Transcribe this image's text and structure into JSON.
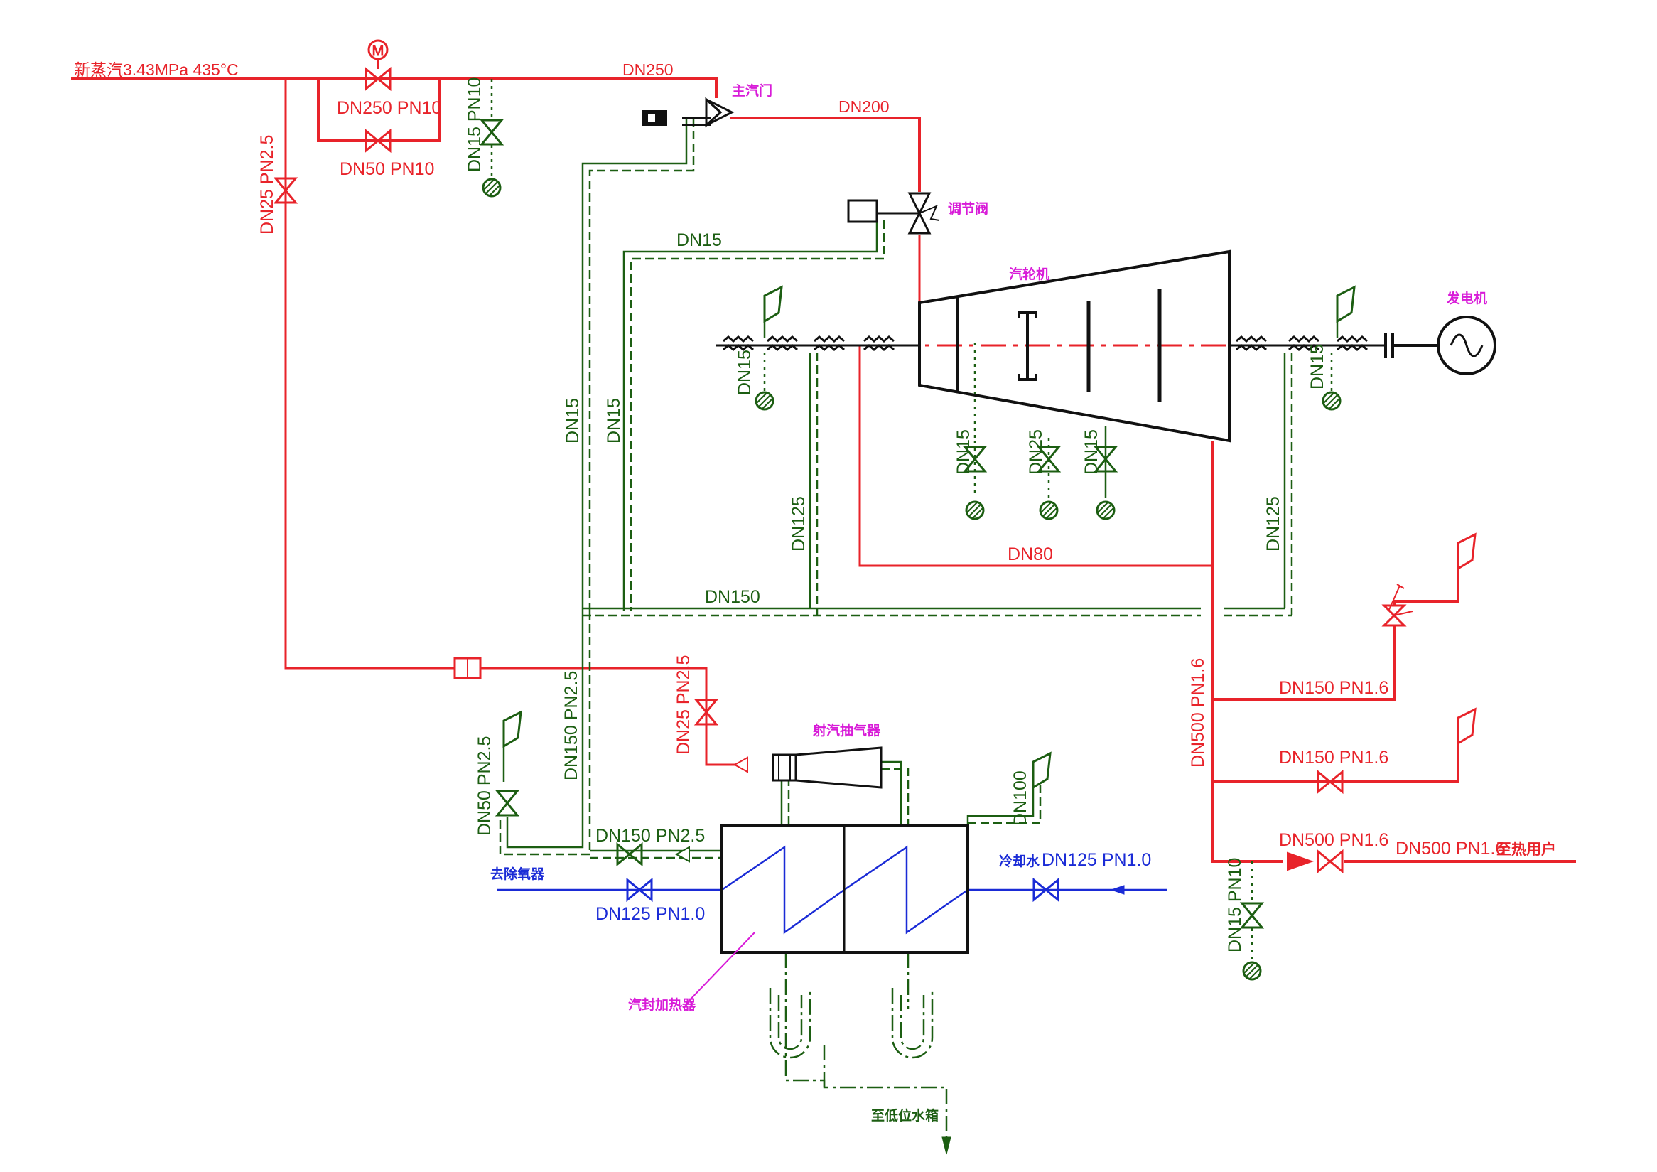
{
  "colors": {
    "steam": "#e8232a",
    "condensate": "#1c5e12",
    "water": "#1a2bd6",
    "equipment": "#111111",
    "tag": "#d81bd8"
  },
  "labels": {
    "main_steam": "新蒸汽3.43MPa 435°C",
    "dn250_top": "DN250",
    "dn250pn10": "DN250 PN10",
    "dn50pn10": "DN50 PN10",
    "dn15pn10_top": "DN15 PN10",
    "dn25pn25_left": "DN25 PN2.5",
    "main_valve": "主汽门",
    "dn200": "DN200",
    "regulating_valve": "调节阀",
    "dn15_actuator": "DN15",
    "turbine": "汽轮机",
    "generator": "发电机",
    "dn15_v1": "DN15",
    "dn15_v2": "DN15",
    "dn15_gland_left": "DN15",
    "dn15_gland_right": "DN15",
    "dn15_drain1": "DN15",
    "dn25_drain2": "DN25",
    "dn15_drain3": "DN15",
    "dn125_left": "DN125",
    "dn125_right": "DN125",
    "dn80": "DN80",
    "dn150_header": "DN150",
    "dn150pn25_vert": "DN150 PN2.5",
    "dn25pn25_ejector": "DN25 PN2.5",
    "ejector": "射汽抽气器",
    "dn100": "DN100",
    "dn50pn25": "DN50 PN2.5",
    "dn150pn25_h": "DN150 PN2.5",
    "to_deaerator": "去除氧器",
    "dn125pn10_left": "DN125 PN1.0",
    "cooling_water": "冷却水",
    "dn125pn10_right": "DN125 PN1.0",
    "gland_heater": "汽封加热器",
    "to_low_tank": "至低位水箱",
    "dn500pn16_vert": "DN500 PN1.6",
    "dn150pn16_a": "DN150 PN1.6",
    "dn150pn16_b": "DN150 PN1.6",
    "dn500pn16_valve": "DN500 PN1.6",
    "dn500pn16_out": "DN500 PN1.6",
    "to_heat_user": "至热用户",
    "dn15pn10_bottom": "DN15 PN10"
  },
  "icons": {
    "motor": "M",
    "gate_valve": "gate-valve-icon",
    "check_valve": "check-valve-icon",
    "safety_valve": "safety-valve-icon",
    "drain_funnel": "drain-funnel-icon",
    "exhaust_flag": "exhaust-flag-icon",
    "generator": "generator-icon",
    "orifice": "orifice-plate-icon"
  }
}
